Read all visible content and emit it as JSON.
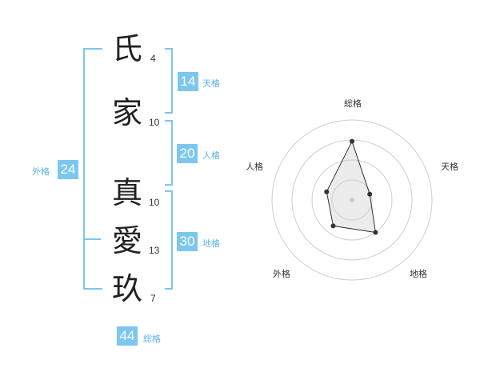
{
  "characters": [
    {
      "char": "氏",
      "strokes": "4"
    },
    {
      "char": "家",
      "strokes": "10"
    },
    {
      "char": "真",
      "strokes": "10"
    },
    {
      "char": "愛",
      "strokes": "13"
    },
    {
      "char": "玖",
      "strokes": "7"
    }
  ],
  "scores": {
    "tenkaku": {
      "value": "14",
      "label": "天格"
    },
    "jinkaku": {
      "value": "20",
      "label": "人格"
    },
    "chikaku": {
      "value": "30",
      "label": "地格"
    },
    "gaikaku": {
      "value": "24",
      "label": "外格"
    },
    "soukaku": {
      "value": "44",
      "label": "総格"
    }
  },
  "colors": {
    "accent": "#7cc7ef",
    "label_text": "#5fb3e6"
  },
  "chart_data": {
    "type": "radar",
    "axes": [
      "総格",
      "天格",
      "地格",
      "外格",
      "人格"
    ],
    "values": [
      44,
      14,
      30,
      24,
      20
    ],
    "rings": 4
  }
}
